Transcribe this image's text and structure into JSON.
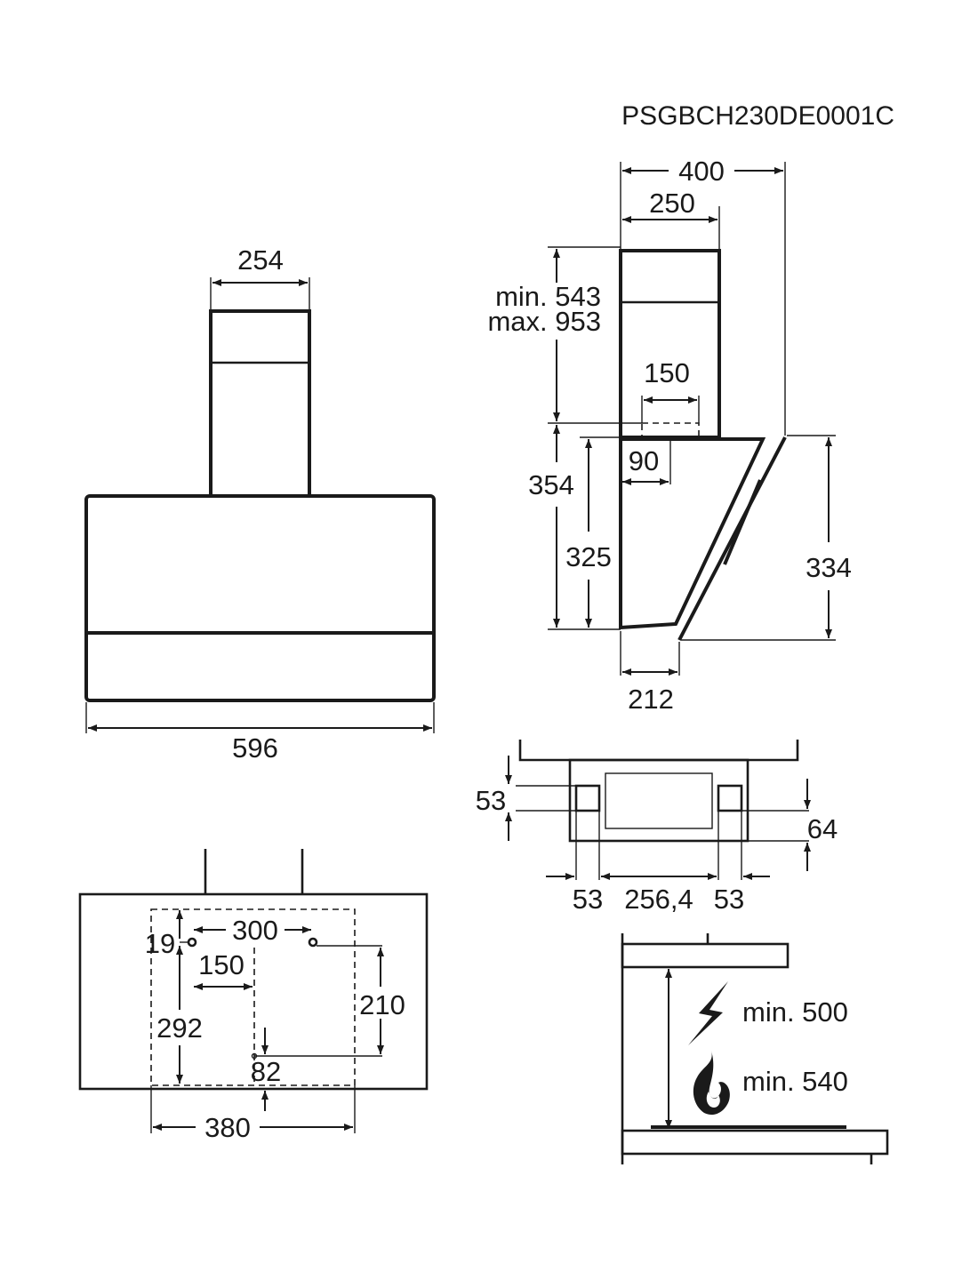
{
  "model_code": "PSGBCH230DE0001C",
  "front_view": {
    "chimney_width": "254",
    "hood_width": "596"
  },
  "side_view": {
    "total_depth": "400",
    "chimney_depth": "250",
    "chimney_height_min": "min. 543",
    "chimney_height_max": "max. 953",
    "outlet_width": "150",
    "outlet_offset": "90",
    "body_height": "354",
    "panel_height": "325",
    "glass_height": "334",
    "bottom_depth": "212"
  },
  "top_view": {
    "left_offset": "53",
    "right_offset": "64",
    "left_bracket": "53",
    "bracket_spacing": "256,4",
    "right_bracket": "53"
  },
  "mounting_view": {
    "hole_top_offset": "19",
    "hole_spacing": "300",
    "center_offset": "150",
    "hole_height": "292",
    "right_height": "210",
    "bottom_offset": "82",
    "template_width": "380"
  },
  "clearance": {
    "electric_hob": "min. 500",
    "gas_hob": "min. 540",
    "icons": [
      "lightning-icon",
      "flame-icon"
    ]
  }
}
